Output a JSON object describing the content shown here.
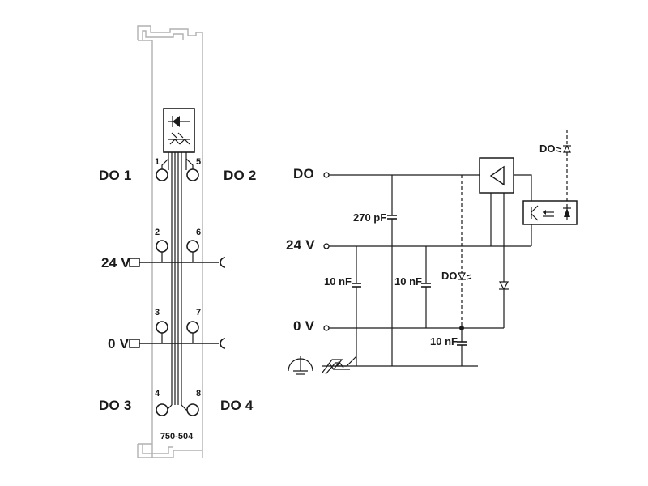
{
  "module": {
    "part_number": "750-504",
    "outputs": [
      {
        "label": "DO 1",
        "terminal": "1"
      },
      {
        "label": "DO 2",
        "terminal": "5"
      },
      {
        "label": "DO 3",
        "terminal": "4"
      },
      {
        "label": "DO 4",
        "terminal": "8"
      }
    ],
    "power_terminals": [
      "2",
      "6",
      "3",
      "7"
    ],
    "rails": {
      "supply": "24 V",
      "ground": "0 V"
    }
  },
  "schematic": {
    "signal_do": "DO",
    "rail_24v": "24 V",
    "rail_0v": "0 V",
    "cap_270pf": "270 pF",
    "cap_10nf_a": "10 nF",
    "cap_10nf_b": "10 nF",
    "cap_10nf_c": "10 nF",
    "led_do_top": "DO",
    "led_do_mid": "DO"
  },
  "icons": [
    "ground-icon",
    "din-rail-icon",
    "optocoupler-icon",
    "amplifier-icon",
    "led-icon",
    "diode-icon",
    "connector-icon"
  ]
}
